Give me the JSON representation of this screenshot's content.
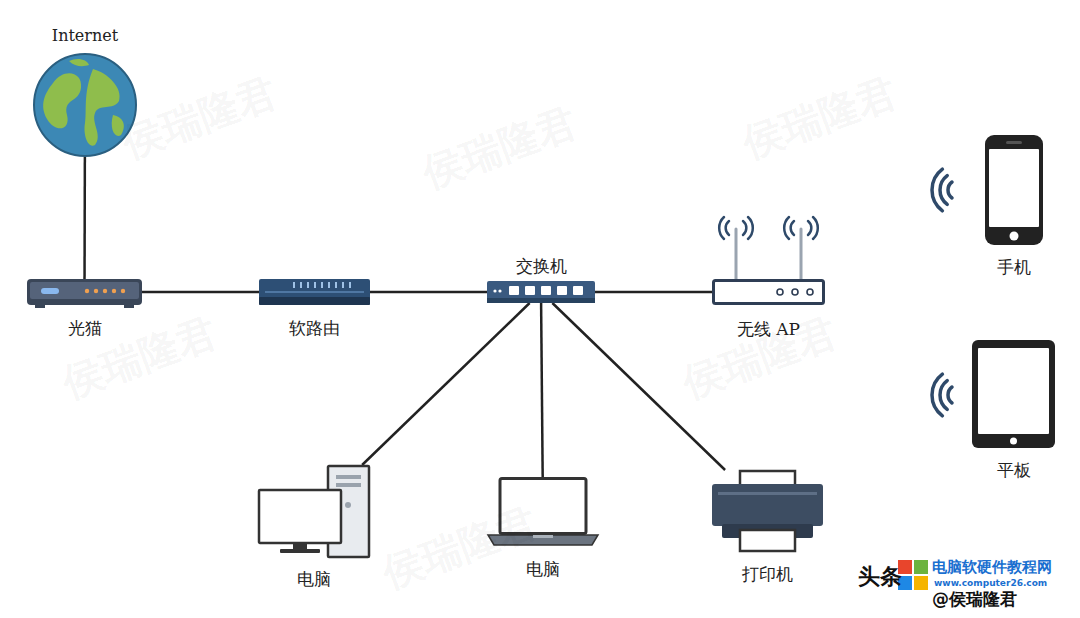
{
  "diagram": {
    "nodes": [
      {
        "text": [
          "Internet"
        ]
      },
      {
        "text": [
          "光猫"
        ]
      },
      {
        "text": [
          "软路由"
        ]
      },
      {
        "text": [
          "交换机"
        ]
      },
      {
        "text": [
          "无线 AP"
        ]
      },
      {
        "text": [
          "手机"
        ]
      },
      {
        "text": [
          "平板"
        ]
      },
      {
        "text": [
          "电脑"
        ]
      },
      {
        "text": [
          "电脑"
        ]
      },
      {
        "text": [
          "打印机"
        ]
      }
    ],
    "edges": [
      {
        "from": 0,
        "to": 1,
        "arrow": "none"
      },
      {
        "from": 1,
        "to": 2,
        "arrow": "none"
      },
      {
        "from": 2,
        "to": 3,
        "arrow": "none"
      },
      {
        "from": 3,
        "to": 4,
        "arrow": "none"
      },
      {
        "from": 3,
        "to": 7,
        "arrow": "none"
      },
      {
        "from": 3,
        "to": 8,
        "arrow": "none"
      },
      {
        "from": 3,
        "to": 9,
        "arrow": "none"
      }
    ],
    "labels": [
      "侯瑞隆君",
      "侯瑞隆君",
      "侯瑞隆君",
      "侯瑞隆君",
      "侯瑞隆君",
      "侯瑞隆君",
      "头条",
      "电脑软硬件教程网",
      "www.computer26.com",
      "@侯瑞隆君"
    ]
  }
}
